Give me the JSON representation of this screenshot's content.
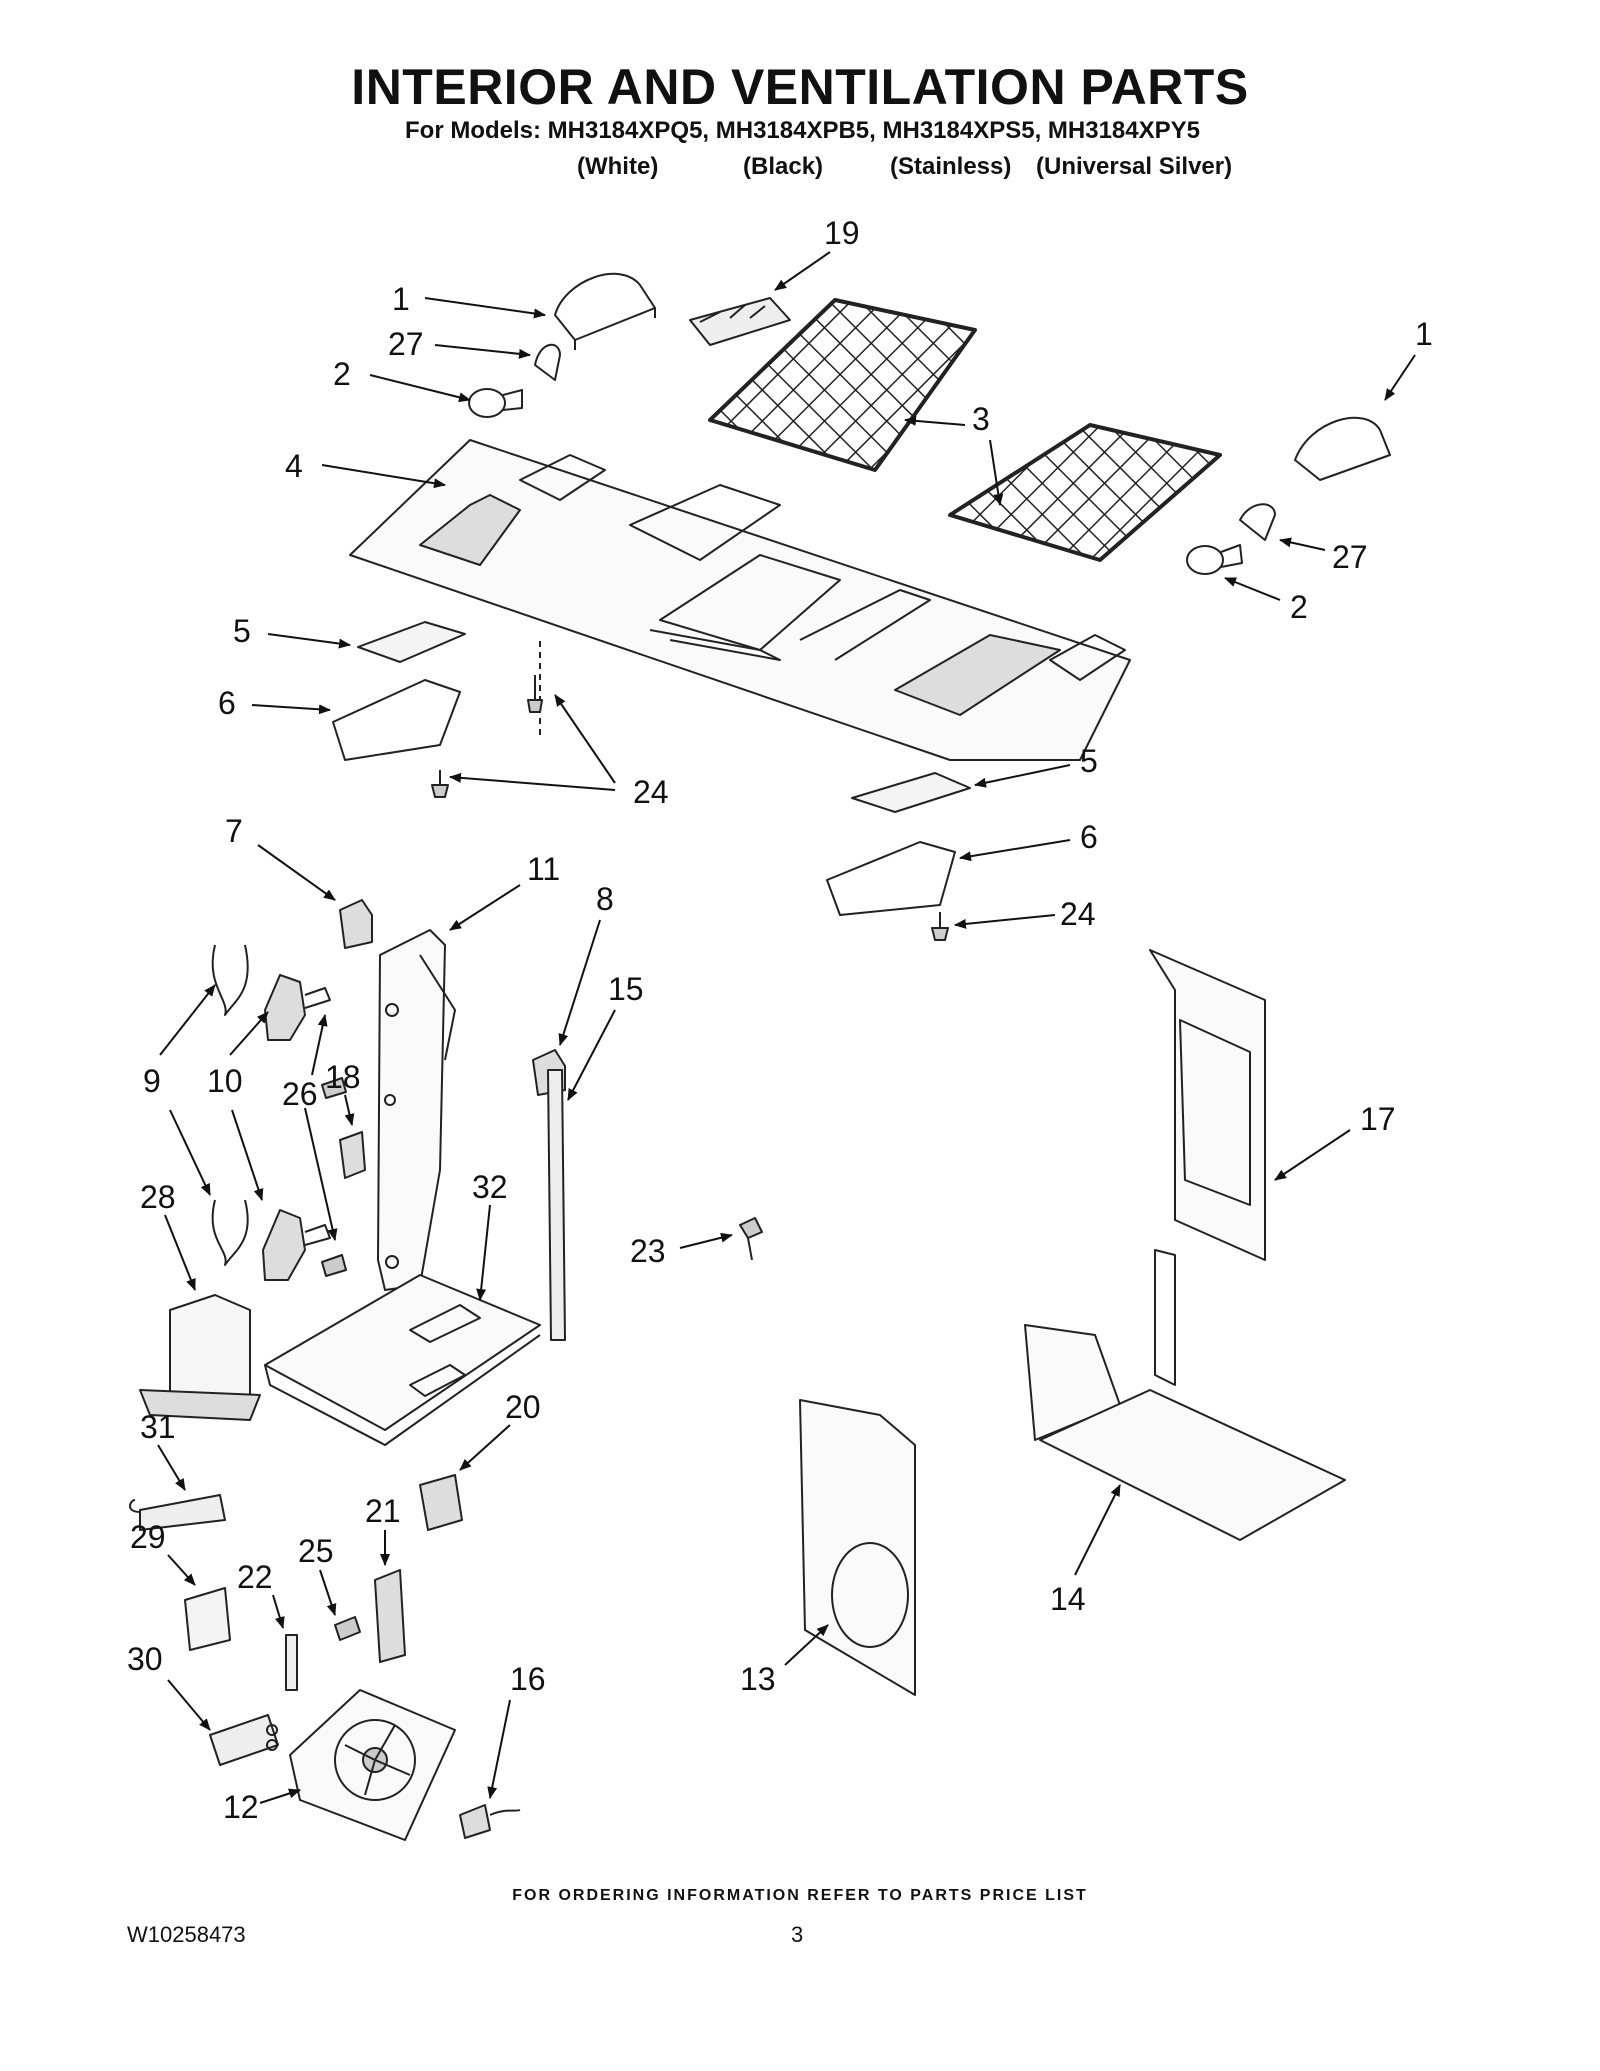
{
  "header": {
    "title": "INTERIOR AND VENTILATION PARTS",
    "models_line": "For Models: MH3184XPQ5, MH3184XPB5, MH3184XPS5, MH3184XPY5",
    "colors": [
      "(White)",
      "(Black)",
      "(Stainless)",
      "(Universal Silver)"
    ]
  },
  "callouts": {
    "c19": "19",
    "c1a": "1",
    "c27a": "27",
    "c2a": "2",
    "c1b": "1",
    "c3": "3",
    "c4": "4",
    "c27b": "27",
    "c2b": "2",
    "c5a": "5",
    "c6a": "6",
    "c24a": "24",
    "c5b": "5",
    "c6b": "6",
    "c24b": "24",
    "c7": "7",
    "c11": "11",
    "c8": "8",
    "c15": "15",
    "c9": "9",
    "c10": "10",
    "c26": "26",
    "c18": "18",
    "c17": "17",
    "c28": "28",
    "c32": "32",
    "c23": "23",
    "c20": "20",
    "c31": "31",
    "c21": "21",
    "c29": "29",
    "c22": "22",
    "c25": "25",
    "c30": "30",
    "c16": "16",
    "c13": "13",
    "c14": "14",
    "c12": "12"
  },
  "footer": {
    "note": "FOR ORDERING INFORMATION REFER TO PARTS PRICE LIST",
    "doc_number": "W10258473",
    "page_number": "3"
  }
}
